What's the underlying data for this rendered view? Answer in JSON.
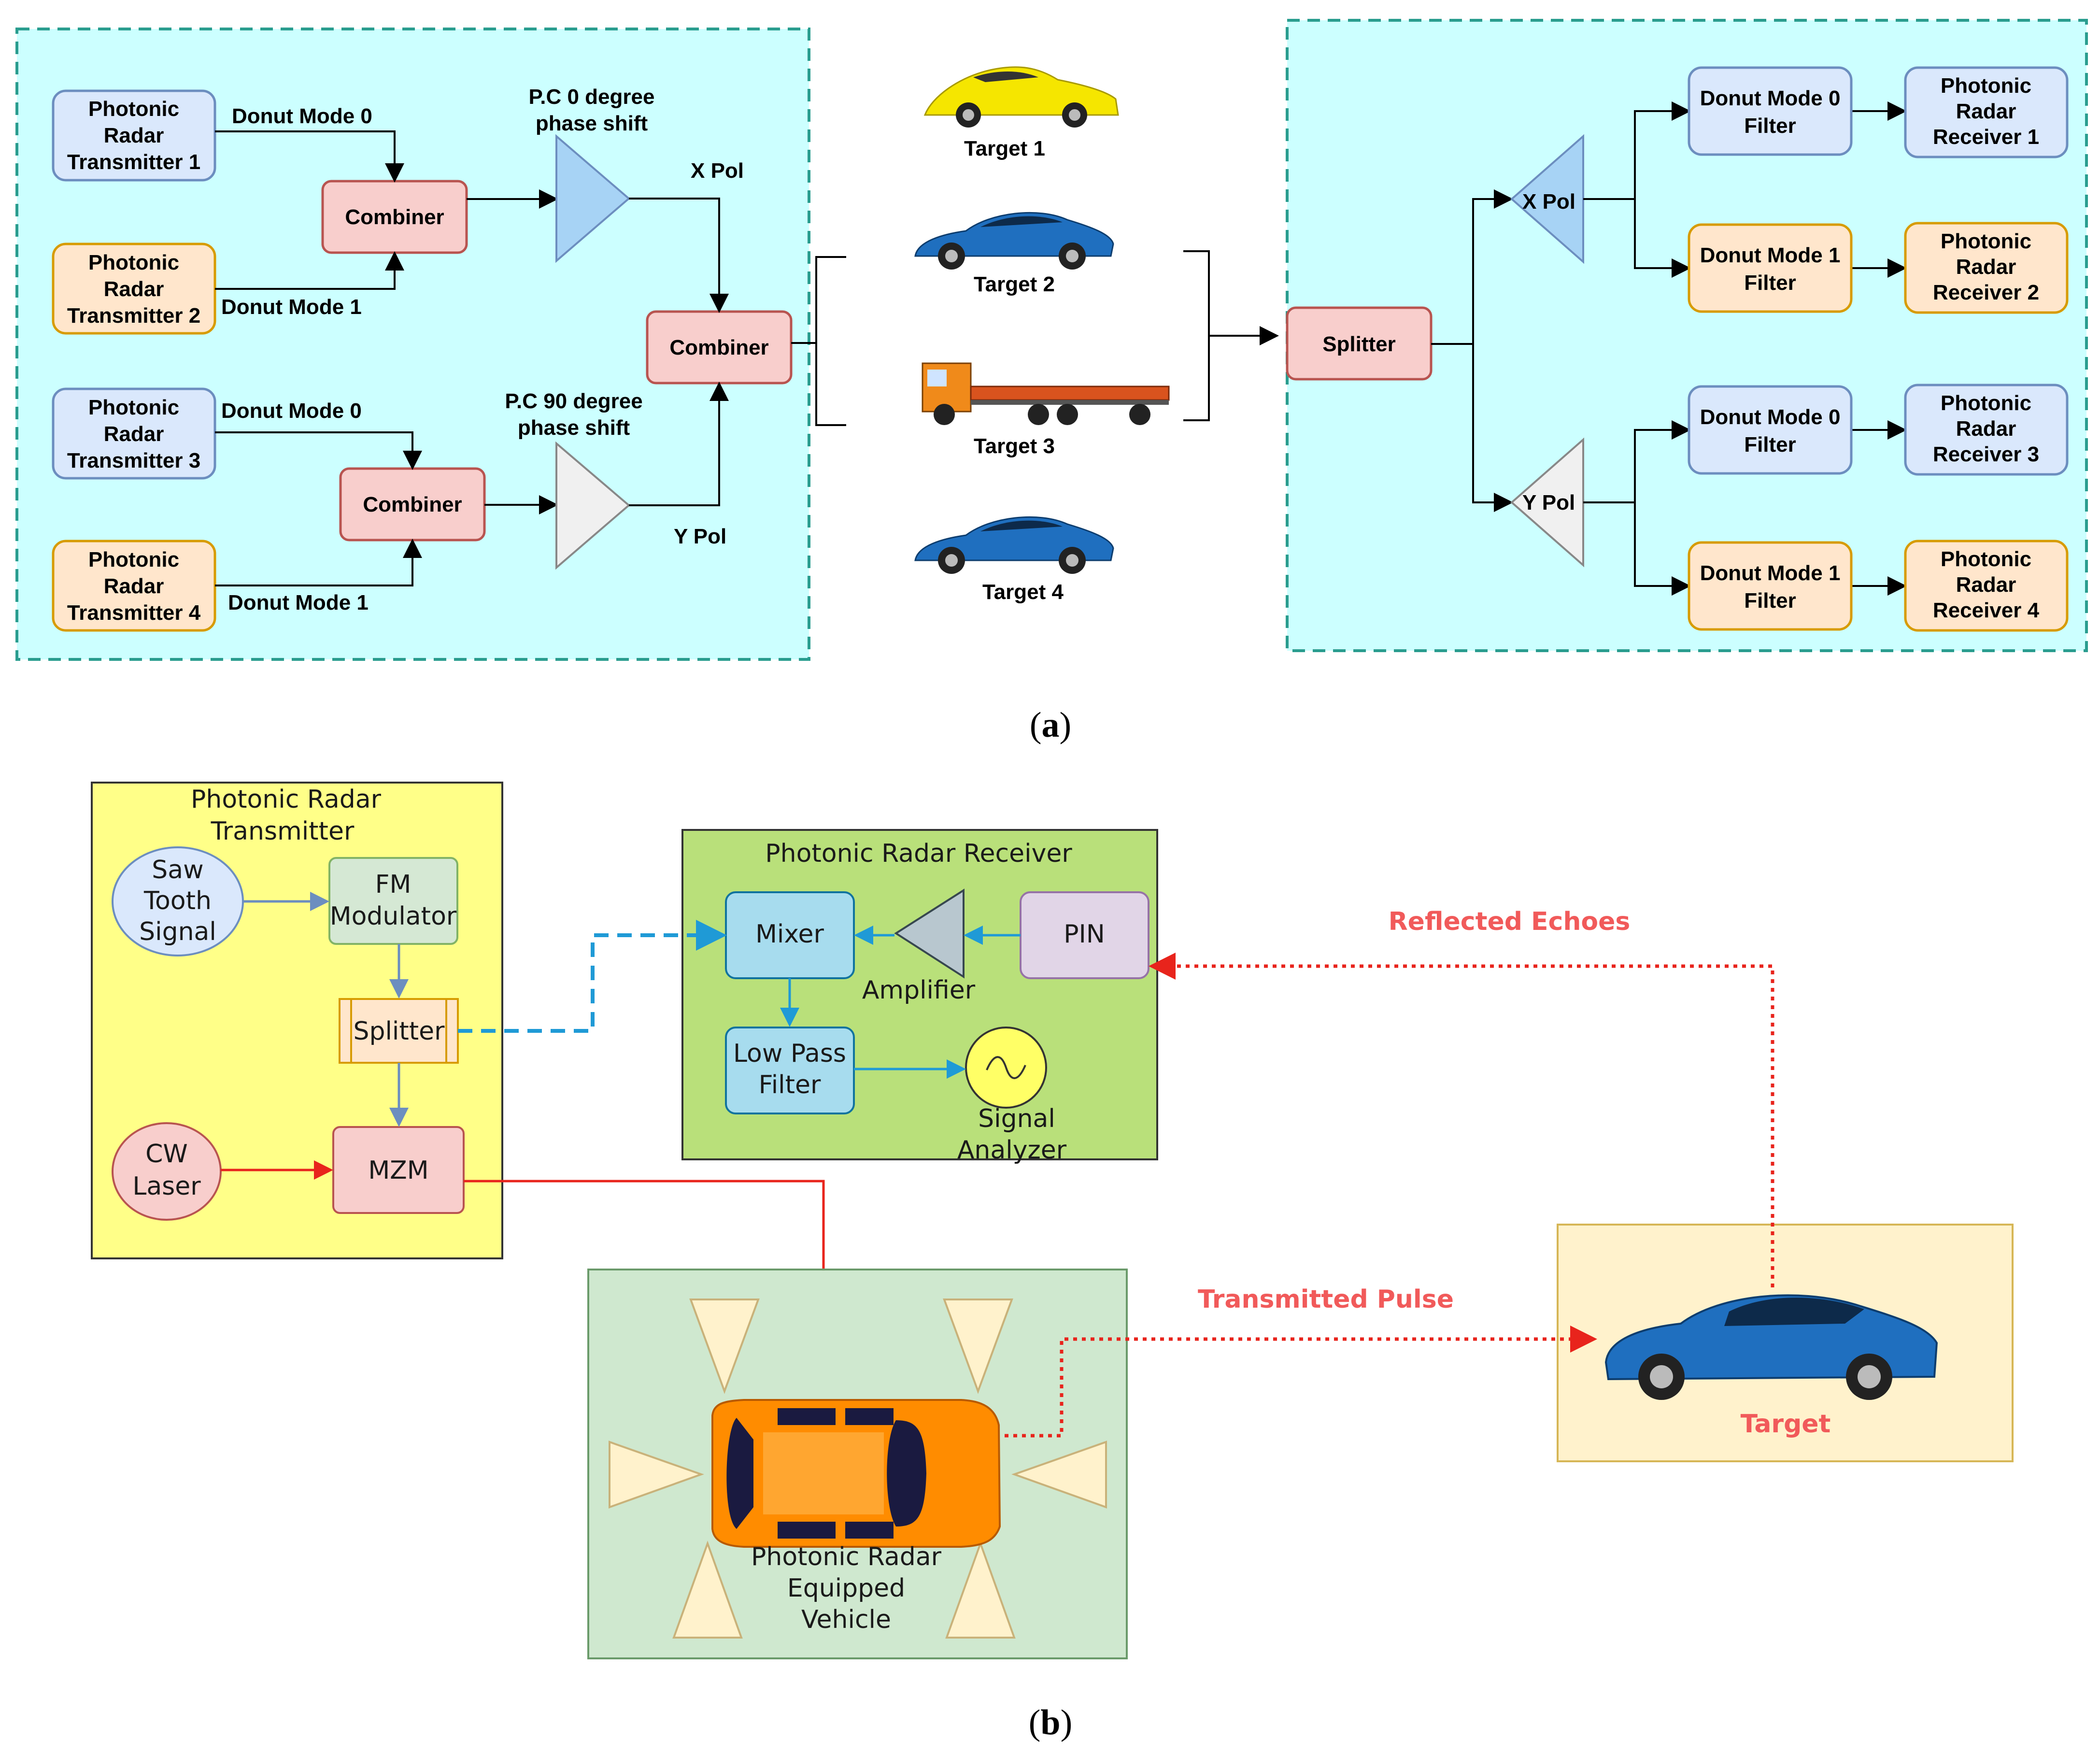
{
  "colors": {
    "panel_bg": "#ccffff",
    "panel_border": "#2a9d8f",
    "blue_box": "#dae8fc",
    "blue_border": "#6c8ebf",
    "orange_box": "#ffe6cc",
    "orange_border": "#d79b00",
    "red_box": "#f8cecc",
    "red_border": "#b85450",
    "yellow_panel": "#ffff88",
    "green_panel": "#b9e07a",
    "vehicle_panel": "#cfe8cf",
    "target_panel": "#fff2cc",
    "echo_red": "#f15a5a",
    "link_blue": "#1f9ad6"
  },
  "panel_a": {
    "transmitters": [
      {
        "lines": [
          "Photonic",
          "Radar",
          "Transmitter 1"
        ]
      },
      {
        "lines": [
          "Photonic",
          "Radar",
          "Transmitter 2"
        ]
      },
      {
        "lines": [
          "Photonic",
          "Radar",
          "Transmitter 3"
        ]
      },
      {
        "lines": [
          "Photonic",
          "Radar",
          "Transmitter 4"
        ]
      }
    ],
    "mode_labels": [
      "Donut Mode 0",
      "Donut Mode 1",
      "Donut Mode 0",
      "Donut Mode 1"
    ],
    "combiner_label": "Combiner",
    "pc0_lines": [
      "P.C 0 degree",
      "phase shift"
    ],
    "pc90_lines": [
      "P.C 90 degree",
      "phase shift"
    ],
    "x_pol": "X Pol",
    "y_pol": "Y Pol",
    "targets": [
      "Target 1",
      "Target 2",
      "Target 3",
      "Target 4"
    ],
    "splitter_label": "Splitter",
    "filters": [
      {
        "lines": [
          "Donut Mode 0",
          "Filter"
        ]
      },
      {
        "lines": [
          "Donut Mode 1",
          "Filter"
        ]
      },
      {
        "lines": [
          "Donut Mode 0",
          "Filter"
        ]
      },
      {
        "lines": [
          "Donut Mode 1",
          "Filter"
        ]
      }
    ],
    "receivers": [
      {
        "lines": [
          "Photonic",
          "Radar",
          "Receiver 1"
        ]
      },
      {
        "lines": [
          "Photonic",
          "Radar",
          "Receiver 2"
        ]
      },
      {
        "lines": [
          "Photonic",
          "Radar",
          "Receiver 3"
        ]
      },
      {
        "lines": [
          "Photonic",
          "Radar",
          "Receiver 4"
        ]
      }
    ],
    "caption": {
      "open": "(",
      "letter": "a",
      "close": ")"
    }
  },
  "panel_b": {
    "tx_title": [
      "Photonic Radar",
      "Transmitter"
    ],
    "sawtooth": [
      "Saw",
      "Tooth",
      "Signal"
    ],
    "fm_mod": [
      "FM",
      "Modulator"
    ],
    "splitter": "Splitter",
    "cw_laser": [
      "CW",
      "Laser"
    ],
    "mzm": "MZM",
    "rx_title": "Photonic Radar Receiver",
    "mixer": "Mixer",
    "amplifier": "Amplifier",
    "pin": "PIN",
    "lpf": [
      "Low Pass",
      "Filter"
    ],
    "analyzer": [
      "Signal",
      "Analyzer"
    ],
    "reflected": "Reflected Echoes",
    "transmitted": "Transmitted Pulse",
    "vehicle": [
      "Photonic Radar",
      "Equipped",
      "Vehicle"
    ],
    "target": "Target",
    "caption": {
      "open": "(",
      "letter": "b",
      "close": ")"
    }
  }
}
